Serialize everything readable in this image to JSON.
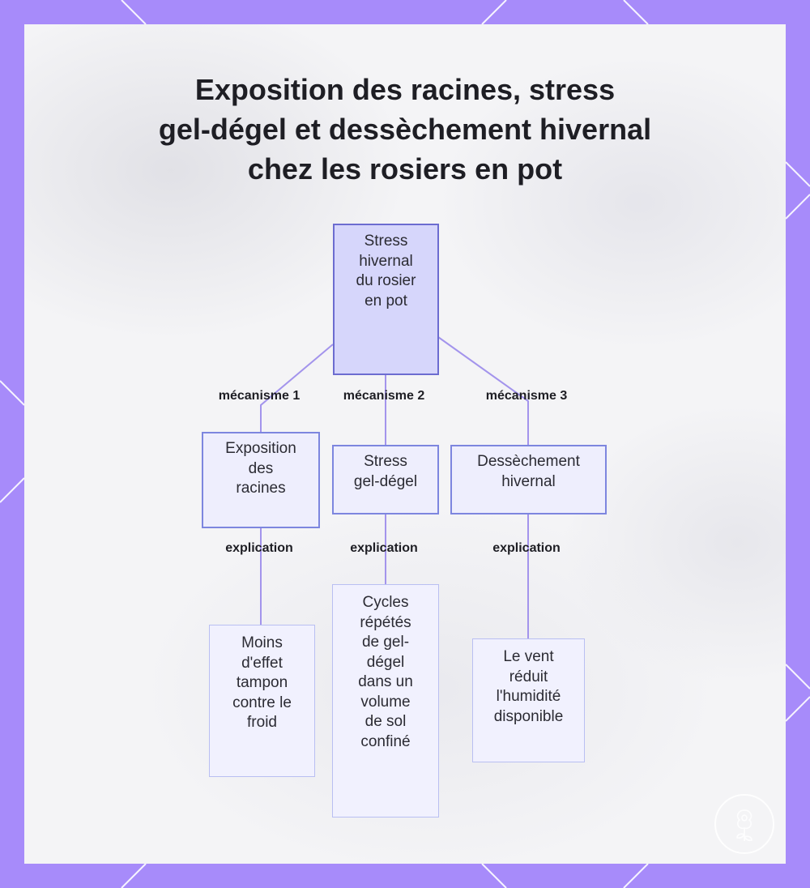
{
  "title_lines": [
    "Exposition des racines, stress",
    "gel-dégel et dessèchement hivernal",
    "chez les rosiers en pot"
  ],
  "colors": {
    "frame": "#a78bfa",
    "root_fill": "#d6d6fb",
    "root_border": "#6c6cd0",
    "node_fill": "#eeeefd",
    "node_border": "#7d86df",
    "leaf_fill": "#f1f1fe",
    "leaf_border": "#b9bff2",
    "edge": "#a394ec"
  },
  "nodes": {
    "root": {
      "lines": [
        "Stress",
        "hivernal",
        "du rosier",
        "en pot"
      ]
    },
    "m1": {
      "lines": [
        "Exposition",
        "des",
        "racines"
      ]
    },
    "m2": {
      "lines": [
        "Stress",
        "gel-dégel"
      ]
    },
    "m3": {
      "lines": [
        "Dessèchement",
        "hivernal"
      ]
    },
    "e1": {
      "lines": [
        "Moins",
        "d'effet",
        "tampon",
        "contre le",
        "froid"
      ]
    },
    "e2": {
      "lines": [
        "Cycles",
        "répétés",
        "de gel-",
        "dégel",
        "dans un",
        "volume",
        "de sol",
        "confiné"
      ]
    },
    "e3": {
      "lines": [
        "Le vent",
        "réduit",
        "l'humidité",
        "disponible"
      ]
    }
  },
  "edge_labels": {
    "m1": "mécanisme 1",
    "m2": "mécanisme 2",
    "m3": "mécanisme 3",
    "e1": "explication",
    "e2": "explication",
    "e3": "explication"
  }
}
